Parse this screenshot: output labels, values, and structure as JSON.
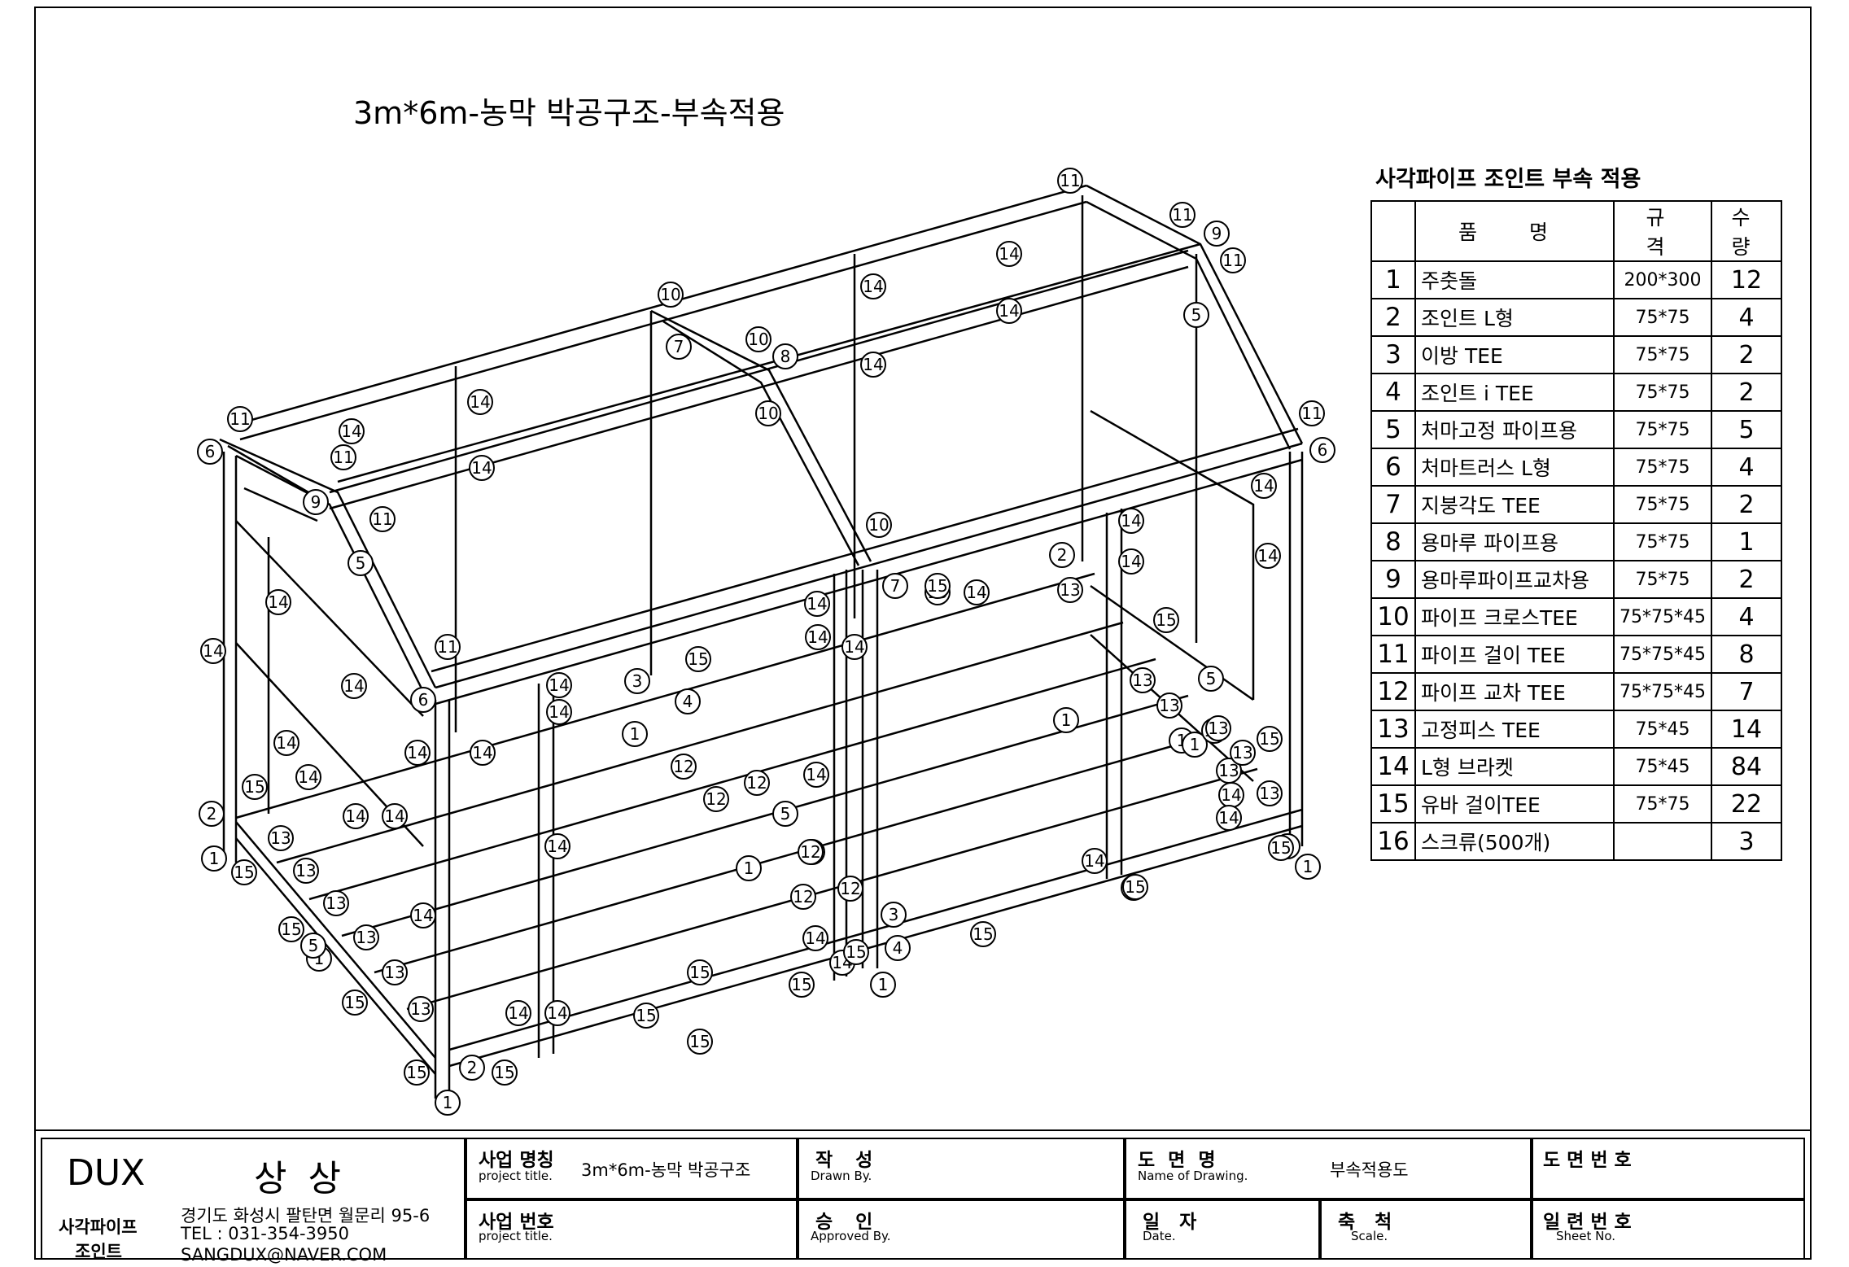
{
  "title": "3m*6m-농막 박공구조-부속적용",
  "table": {
    "title": "사각파이프 조인트 부속 적용",
    "headers": [
      "품 명",
      "규 격",
      "수 량"
    ],
    "rows": [
      {
        "no": "1",
        "name": "주춧돌",
        "spec": "200*300",
        "qty": "12"
      },
      {
        "no": "2",
        "name": "조인트 L형",
        "spec": "75*75",
        "qty": "4"
      },
      {
        "no": "3",
        "name": "이방 TEE",
        "spec": "75*75",
        "qty": "2"
      },
      {
        "no": "4",
        "name": "조인트 i TEE",
        "spec": "75*75",
        "qty": "2"
      },
      {
        "no": "5",
        "name": "처마고정 파이프용",
        "spec": "75*75",
        "qty": "5"
      },
      {
        "no": "6",
        "name": "처마트러스 L형",
        "spec": "75*75",
        "qty": "4"
      },
      {
        "no": "7",
        "name": "지붕각도 TEE",
        "spec": "75*75",
        "qty": "2"
      },
      {
        "no": "8",
        "name": "용마루 파이프용",
        "spec": "75*75",
        "qty": "1"
      },
      {
        "no": "9",
        "name": "용마루파이프교차용",
        "spec": "75*75",
        "qty": "2"
      },
      {
        "no": "10",
        "name": "파이프 크로스TEE",
        "spec": "75*75*45",
        "qty": "4"
      },
      {
        "no": "11",
        "name": "파이프 걸이 TEE",
        "spec": "75*75*45",
        "qty": "8"
      },
      {
        "no": "12",
        "name": "파이프 교차 TEE",
        "spec": "75*75*45",
        "qty": "7"
      },
      {
        "no": "13",
        "name": "고정피스 TEE",
        "spec": "75*45",
        "qty": "14"
      },
      {
        "no": "14",
        "name": "L형 브라켓",
        "spec": "75*45",
        "qty": "84"
      },
      {
        "no": "15",
        "name": "유바 걸이TEE",
        "spec": "75*75",
        "qty": "22"
      },
      {
        "no": "16",
        "name": "스크류(500개)",
        "spec": "",
        "qty": "3"
      }
    ]
  },
  "titleblock": {
    "brand": "DUX",
    "company": "상 상",
    "subtitle1": "사각파이프",
    "subtitle2": "조인트",
    "address": "경기도 화성시 팔탄면 월문리 95-6",
    "tel": "TEL : 031-354-3950",
    "email": "SANGDUX@NAVER.COM",
    "project_name_label": "사업 명칭",
    "project_name_en": "project title.",
    "project_name_value": "3m*6m-농막 박공구조",
    "project_no_label": "사업 번호",
    "project_no_en": "project title.",
    "drawn_label": "작 성",
    "drawn_en": "Drawn By.",
    "approved_label": "승 인",
    "approved_en": "Approved By.",
    "drawing_name_label": "도 면 명",
    "drawing_name_en": "Name of Drawing.",
    "drawing_name_value": "부속적용도",
    "date_label": "일 자",
    "date_en": "Date.",
    "scale_label": "축 척",
    "scale_en": "Scale.",
    "drawing_no_label": "도 면 번 호",
    "sheet_no_label": "일 련 번 호",
    "sheet_no_en": "Sheet No."
  },
  "callouts": [
    "1",
    "1",
    "1",
    "1",
    "1",
    "1",
    "1",
    "1",
    "1",
    "1",
    "1",
    "2",
    "2",
    "2",
    "3",
    "3",
    "4",
    "4",
    "5",
    "5",
    "5",
    "5",
    "5",
    "6",
    "6",
    "6",
    "7",
    "7",
    "8",
    "9",
    "9",
    "10",
    "10",
    "10",
    "10",
    "11",
    "11",
    "11",
    "11",
    "11",
    "11",
    "11",
    "11",
    "12",
    "12",
    "12",
    "12",
    "12",
    "12",
    "12",
    "13",
    "13",
    "13",
    "13",
    "13",
    "13",
    "13",
    "13",
    "13",
    "13",
    "13",
    "13",
    "13",
    "13",
    "14",
    "14",
    "14",
    "14",
    "14",
    "14",
    "14",
    "14",
    "14",
    "14",
    "14",
    "14",
    "14",
    "14",
    "14",
    "14",
    "14",
    "14",
    "14",
    "14",
    "14",
    "14",
    "14",
    "14",
    "14",
    "14",
    "14",
    "14",
    "14",
    "14",
    "14",
    "14",
    "14",
    "14",
    "14",
    "14",
    "15",
    "15",
    "15",
    "15",
    "15",
    "15",
    "15",
    "15",
    "15",
    "15",
    "15",
    "15",
    "15",
    "15",
    "15",
    "15",
    "15",
    "15",
    "15",
    "15"
  ]
}
